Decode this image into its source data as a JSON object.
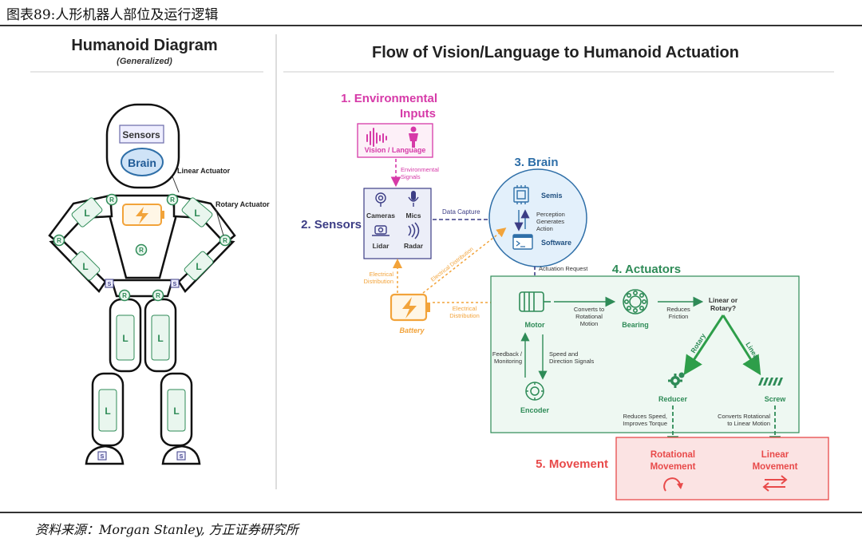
{
  "header": {
    "figure_title": "图表89:人形机器人部位及运行逻辑"
  },
  "left_panel": {
    "title": "Humanoid Diagram",
    "subtitle": "(Generalized)",
    "labels": {
      "sensors": "Sensors",
      "brain": "Brain",
      "linear_actuator": "Linear Actuator",
      "rotary_actuator": "Rotary Actuator"
    },
    "joint_codes": {
      "rotary": "R",
      "linear": "L",
      "screw": "S"
    }
  },
  "right_panel": {
    "title": "Flow of Vision/Language to Humanoid Actuation",
    "step1": {
      "title_line1": "1. Environmental",
      "title_line2": "Inputs",
      "box_label": "Vision / Language",
      "arrow_label_line1": "Environmental",
      "arrow_label_line2": "Signals"
    },
    "step2": {
      "title": "2. Sensors",
      "items": [
        "Cameras",
        "Mics",
        "Lidar",
        "Radar"
      ]
    },
    "data_capture": "Data Capture",
    "step3": {
      "title": "3. Brain",
      "semis": "Semis",
      "perception_line1": "Perception",
      "perception_line2": "Generates",
      "perception_line3": "Action",
      "software": "Software"
    },
    "electrical_distribution_diag": "Electrical Distribution",
    "electrical_distribution_line1": "Electrical",
    "electrical_distribution_line2": "Distribution",
    "battery": "Battery",
    "actuation_request": "Actuation Request",
    "step4": {
      "title": "4. Actuators",
      "motor": "Motor",
      "converts_line1": "Converts to",
      "converts_line2": "Rotational",
      "converts_line3": "Motion",
      "bearing": "Bearing",
      "reduces_line1": "Reduces",
      "reduces_line2": "Friction",
      "linear_or_line1": "Linear or",
      "linear_or_line2": "Rotary?",
      "rotary": "Rotary",
      "linear": "Linear",
      "feedback_line1": "Feedback /",
      "feedback_line2": "Monitoring",
      "speed_line1": "Speed and",
      "speed_line2": "Direction Signals",
      "encoder": "Encoder",
      "reducer": "Reducer",
      "screw": "Screw",
      "reduces_speed_line1": "Reduces Speed,",
      "reduces_speed_line2": "Improves Torque",
      "converts_rot_line1": "Converts Rotational",
      "converts_rot_line2": "to Linear Motion"
    },
    "step5": {
      "title": "5. Movement",
      "rotational_line1": "Rotational",
      "rotational_line2": "Movement",
      "linear_line1": "Linear",
      "linear_line2": "Movement"
    }
  },
  "source": "资料来源：Morgan Stanley, 方正证券研究所",
  "colors": {
    "magenta": "#d63aa8",
    "navy": "#3c3d85",
    "blue": "#2f6fa8",
    "teal": "#2e8b57",
    "orange": "#f2a33a",
    "red": "#e84a4a"
  }
}
